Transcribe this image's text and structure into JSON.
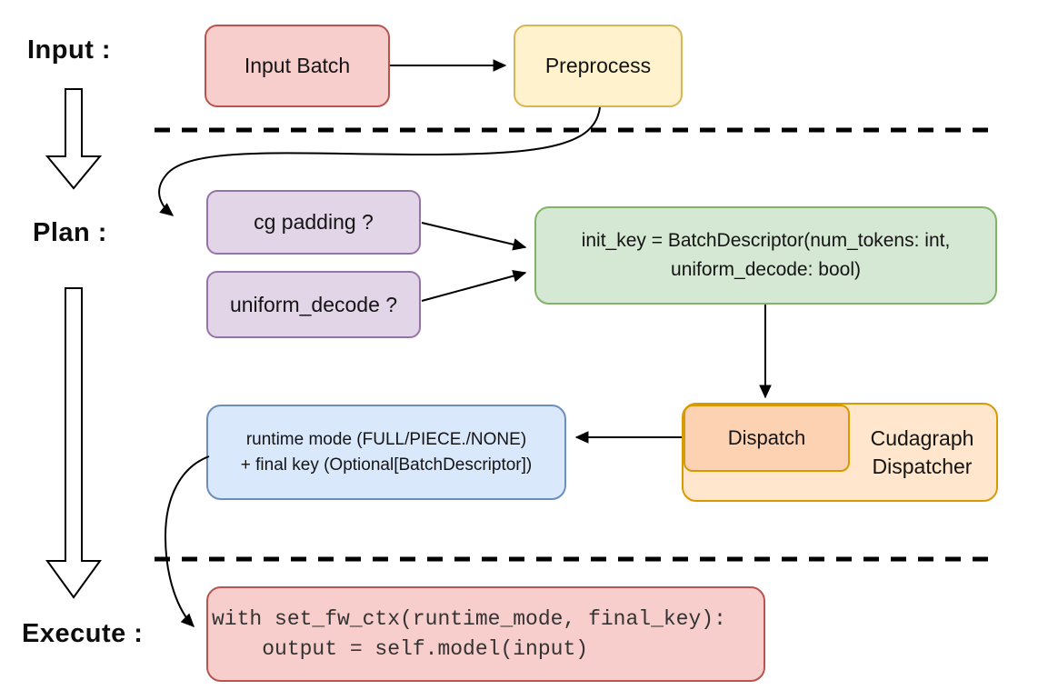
{
  "diagram": {
    "stage_labels": {
      "input": "Input :",
      "plan": "Plan :",
      "execute": "Execute :"
    },
    "nodes": {
      "input_batch": {
        "label": "Input Batch"
      },
      "preprocess": {
        "label": "Preprocess"
      },
      "cg_padding": {
        "label": "cg padding ?"
      },
      "uniform_decode": {
        "label": "uniform_decode ?"
      },
      "init_key": {
        "line1": "init_key = BatchDescriptor(num_tokens: int,",
        "line2": "uniform_decode: bool)"
      },
      "dispatch": {
        "label": "Dispatch"
      },
      "cudagraph_dispatcher": {
        "line1": "Cudagraph",
        "line2": "Dispatcher"
      },
      "runtime_final_key": {
        "line1": "runtime mode (FULL/PIECE./NONE)",
        "line2": "+ final key (Optional[BatchDescriptor])"
      },
      "execute_code": {
        "line1": "with set_fw_ctx(runtime_mode, final_key):",
        "line2": "    output = self.model(input)"
      }
    },
    "colors": {
      "red_fill": "#F8CECC",
      "red_stroke": "#B85450",
      "yellow_fill": "#FFF2CC",
      "yellow_stroke": "#D6B656",
      "purple_fill": "#E1D5E7",
      "purple_stroke": "#9673A6",
      "green_fill": "#D5E8D4",
      "green_stroke": "#82B366",
      "blue_fill": "#DAE8FC",
      "blue_stroke": "#6C8EBF",
      "orange_fill": "#FFE6CC",
      "orange_stroke": "#D79B00",
      "peach_fill": "#FCD2B3",
      "connector": "#000000"
    }
  }
}
